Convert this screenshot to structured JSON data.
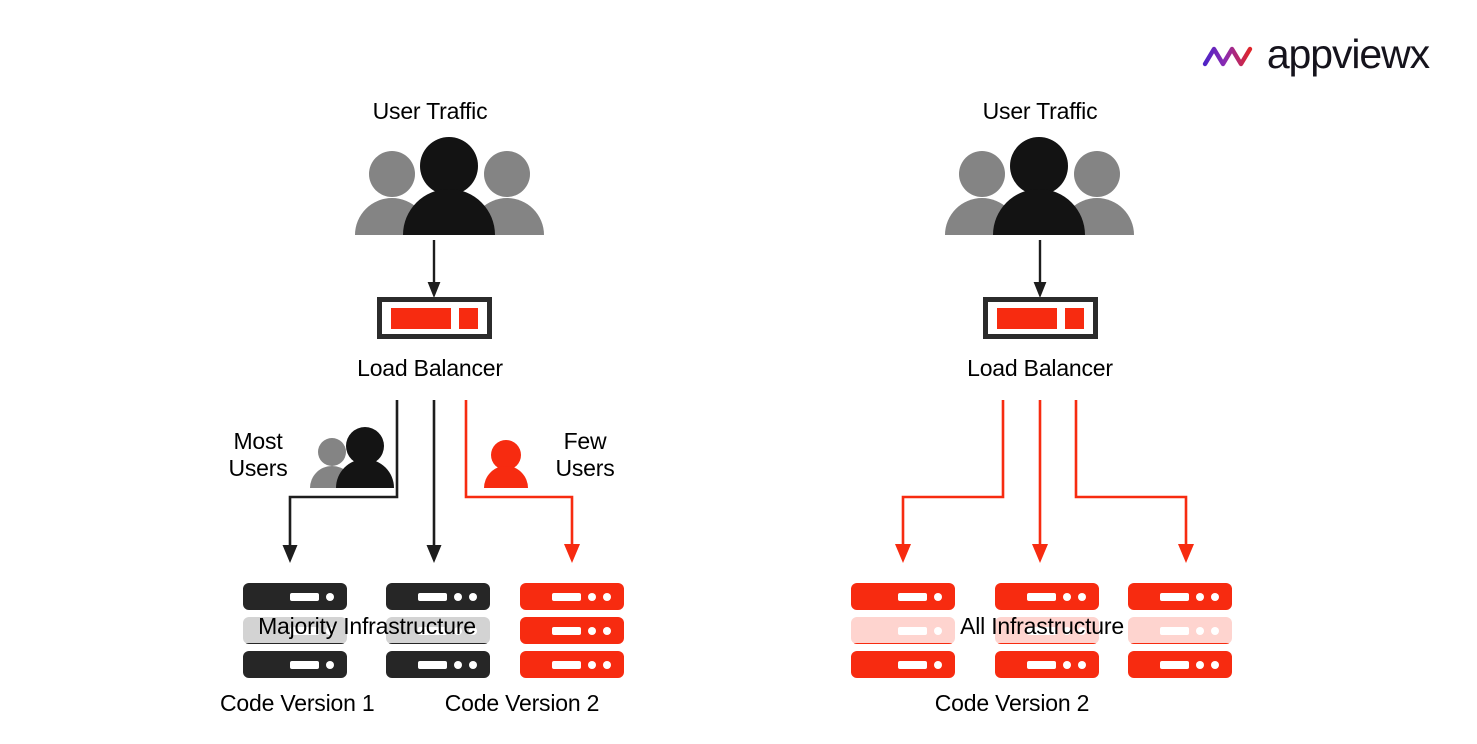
{
  "brand": {
    "name": "appviewx",
    "mark": "wave-mark",
    "gradient_from": "#5b21b6",
    "gradient_to": "#e0252a"
  },
  "theme": {
    "red": "#f72b10",
    "dark": "#1d1d1d",
    "gray": "#848484",
    "background": "#ffffff"
  },
  "diagram": {
    "type": "canary-deployment-comparison",
    "panels": [
      {
        "id": "canary-phase",
        "user_traffic_label": "User Traffic",
        "user_traffic_icon": "users-group-icon",
        "load_balancer_label": "Load Balancer",
        "load_balancer_icon": "load-balancer-icon",
        "branches": [
          {
            "id": "most-users",
            "label": "Most\nUsers",
            "label_line1": "Most",
            "label_line2": "Users",
            "icon": "two-users-icon",
            "color": "#1d1d1d"
          },
          {
            "id": "middle",
            "label": "",
            "icon": "",
            "color": "#1d1d1d"
          },
          {
            "id": "few-users",
            "label": "Few\nUsers",
            "label_line1": "Few",
            "label_line2": "Users",
            "icon": "single-user-icon",
            "color": "#f72b10"
          }
        ],
        "infra_band_label": "Majority Infrastructure",
        "racks": [
          {
            "id": "rack-1",
            "color": "dark",
            "servers": 3,
            "dots": 1
          },
          {
            "id": "rack-2",
            "color": "dark",
            "servers": 3,
            "dots": 2
          },
          {
            "id": "rack-3",
            "color": "red",
            "servers": 3,
            "dots": 2
          }
        ],
        "version_labels": [
          {
            "id": "code-version-1",
            "text": "Code Version 1"
          },
          {
            "id": "code-version-2",
            "text": "Code Version 2"
          }
        ]
      },
      {
        "id": "full-rollout-phase",
        "user_traffic_label": "User Traffic",
        "user_traffic_icon": "users-group-icon",
        "load_balancer_label": "Load Balancer",
        "load_balancer_icon": "load-balancer-icon",
        "branches": [
          {
            "id": "left",
            "label": "",
            "icon": "",
            "color": "#f72b10"
          },
          {
            "id": "middle",
            "label": "",
            "icon": "",
            "color": "#f72b10"
          },
          {
            "id": "right",
            "label": "",
            "icon": "",
            "color": "#f72b10"
          }
        ],
        "infra_band_label": "All Infrastructure",
        "racks": [
          {
            "id": "rack-1",
            "color": "red",
            "servers": 3,
            "dots": 1
          },
          {
            "id": "rack-2",
            "color": "red",
            "servers": 3,
            "dots": 2
          },
          {
            "id": "rack-3",
            "color": "red",
            "servers": 3,
            "dots": 2
          }
        ],
        "version_labels": [
          {
            "id": "code-version-2",
            "text": "Code Version 2"
          }
        ]
      }
    ]
  }
}
